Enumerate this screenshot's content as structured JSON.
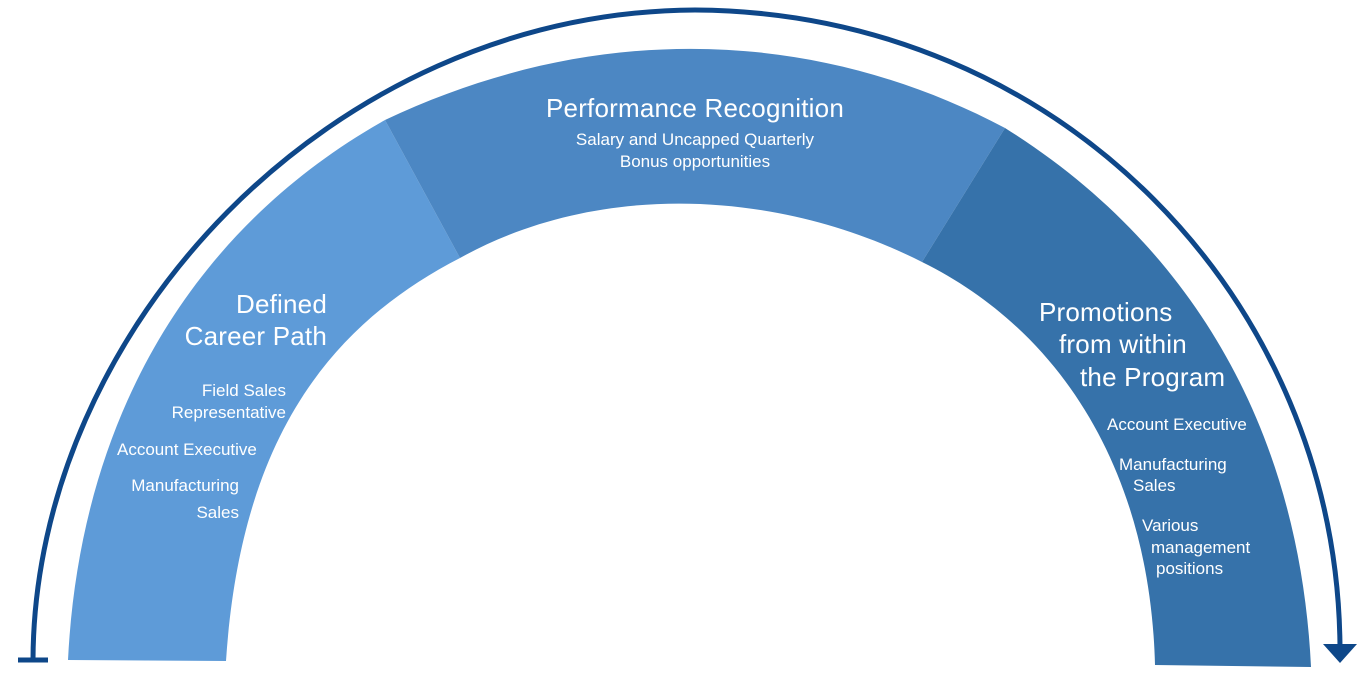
{
  "colors": {
    "segment_left": "#5e9bd8",
    "segment_top": "#4c87c3",
    "segment_right": "#3672aa",
    "arrow": "#0e4789",
    "text": "#ffffff"
  },
  "segments": {
    "left": {
      "title_lines": [
        "Defined",
        "Career Path"
      ],
      "items": [
        {
          "lines": [
            "Field Sales",
            "Representative"
          ]
        },
        {
          "lines": [
            "Account Executive"
          ]
        },
        {
          "lines": [
            "Manufacturing"
          ]
        },
        {
          "lines": [
            "Sales"
          ]
        }
      ]
    },
    "top": {
      "title": "Performance Recognition",
      "subtitle_lines": [
        "Salary and Uncapped Quarterly",
        "Bonus opportunities"
      ]
    },
    "right": {
      "title_lines": [
        "Promotions",
        "from within",
        "the Program"
      ],
      "items": [
        {
          "lines": [
            "Account Executive"
          ]
        },
        {
          "lines": [
            "Manufacturing",
            "Sales"
          ]
        },
        {
          "lines": [
            "Various",
            "management",
            "positions"
          ]
        }
      ]
    }
  },
  "arrow": {
    "icon": "arrowhead-down-icon",
    "start_icon": "bar-end-icon"
  }
}
